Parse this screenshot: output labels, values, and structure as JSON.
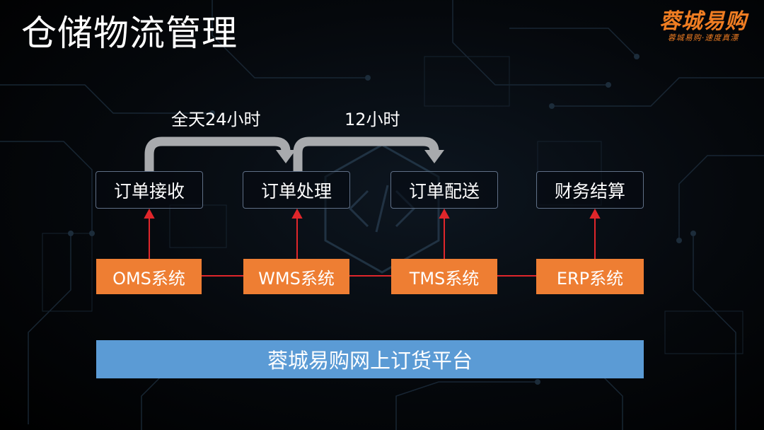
{
  "title": "仓储物流管理",
  "logo": {
    "name": "蓉城易购",
    "slogan": "蓉城易购·速度真漂"
  },
  "labels": {
    "full_day": "全天24小时",
    "twelve_hours": "12小时"
  },
  "stages": [
    "订单接收",
    "订单处理",
    "订单配送",
    "财务结算"
  ],
  "systems": [
    "OMS系统",
    "WMS系统",
    "TMS系统",
    "ERP系统"
  ],
  "platform": "蓉城易购网上订货平台",
  "colors": {
    "system_fill": "#ee7e33",
    "platform_fill": "#5b9bd5",
    "connector_red": "#e0262b",
    "arc_gray": "#a8aaad",
    "logo_orange": "#f07d22"
  }
}
